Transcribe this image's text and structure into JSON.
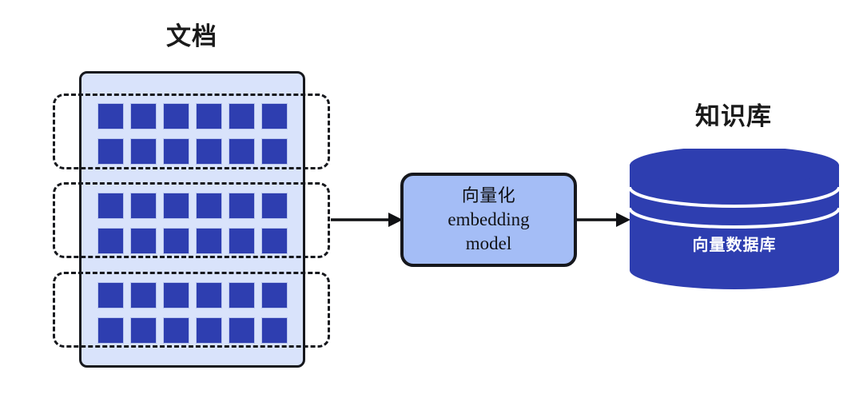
{
  "diagram": {
    "type": "flow-diagram",
    "background_color": "#ffffff",
    "document": {
      "title": "文档",
      "container_fill": "#d9e3fb",
      "container_stroke": "#16181d",
      "chunk_outline_style": "dashed",
      "chunks": [
        {
          "name": "chunk-1",
          "rows": 2,
          "columns": 6,
          "cell_count": 12
        },
        {
          "name": "chunk-2",
          "rows": 2,
          "columns": 6,
          "cell_count": 12
        },
        {
          "name": "chunk-3",
          "rows": 2,
          "columns": 6,
          "cell_count": 12
        }
      ],
      "cell_color": "#2e3eb0"
    },
    "arrows": [
      {
        "name": "arrow-doc-to-embedding",
        "from": "document",
        "to": "embedding-model"
      },
      {
        "name": "arrow-embedding-to-vectordb",
        "from": "embedding-model",
        "to": "knowledge-base"
      }
    ],
    "embedding_model": {
      "lines": [
        "向量化",
        "embedding",
        "model"
      ],
      "fill": "#a4bdf6",
      "stroke": "#16181d"
    },
    "knowledge_base": {
      "title": "知识库",
      "cylinder_label": "向量数据库",
      "fill": "#2e3eb0",
      "ring_color": "#ffffff",
      "ring_count": 2
    }
  }
}
